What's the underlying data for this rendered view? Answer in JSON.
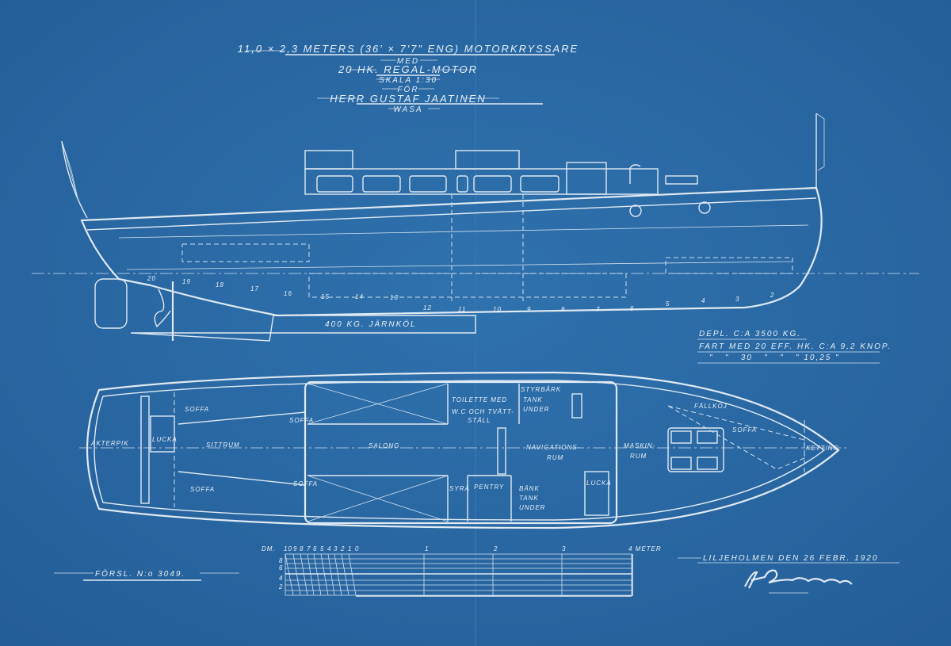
{
  "title_block": {
    "line1": "11,0 × 2,3 METERS (36' × 7'7\" ENG) MOTORKRYSSARE",
    "line2": "MED",
    "line3": "20 HK. REGAL-MOTOR",
    "line4": "SKALA 1:30",
    "line5": "FÖR",
    "line6": "HERR GUSTAF JAATINEN",
    "line7": "WASA"
  },
  "profile": {
    "keel_label": "400 KG. JÄRNKÖL",
    "stations": [
      "20",
      "19",
      "18",
      "17",
      "16",
      "15",
      "14",
      "13",
      "12",
      "11",
      "10",
      "9",
      "8",
      "7",
      "6",
      "5",
      "4",
      "3",
      "2"
    ]
  },
  "specs": {
    "line1": "DEPL. C:A 3500 KG.",
    "line2": "FART MED 20 EFF. HK. C:A 9,2 KNOP.",
    "line3": "\"   \"   30   \"   \"   \" 10,25 \""
  },
  "plan": {
    "akterpik": "AKTERPIK",
    "lucka_aft": "LUCKA",
    "soffa_aft_top": "SOFFA",
    "sittrum": "SITTRUM",
    "soffa_aft_bottom": "SOFFA",
    "soffa_salong_top": "SOFFA",
    "salong": "SALONG",
    "soffa_salong_bottom": "SOFFA",
    "toilette_1": "TOILETTE MED",
    "toilette_2": "W.C OCH TVÄTT-",
    "toilette_3": "STÄLL",
    "styrbord_1": "STYRBÅRK",
    "styrbord_2": "TANK",
    "styrbord_3": "UNDER",
    "navigation_1": "NAVIGATIONS-",
    "navigation_2": "RUM",
    "syra": "SYRÅ",
    "pentry": "PENTRY",
    "bank_1": "BÄNK",
    "bank_2": "TANK",
    "bank_3": "UNDER",
    "lucka_fwd": "LUCKA",
    "maskin_1": "MASKIN-",
    "maskin_2": "RUM",
    "fallkoj": "FÄLLKOJ",
    "soffa_bow": "SOFFA",
    "ketting": "KETTING"
  },
  "scale_bar": {
    "unit_left": "DM.",
    "decimeter_ticks": [
      "10",
      "9",
      "8",
      "7",
      "6",
      "5",
      "4",
      "3",
      "2",
      "1",
      "0"
    ],
    "meter_ticks": [
      "1",
      "2",
      "3"
    ],
    "end_label": "4 METER",
    "side_ticks": [
      "8",
      "6",
      "4",
      "2"
    ]
  },
  "drawing_number": "FÖRSL. N:o 3049.",
  "place_date": "LILJEHOLMEN DEN 26 FEBR. 1920",
  "signature": "Ottersson",
  "colors": {
    "paper": "#2b6aa6",
    "line": "#dfeaf4"
  }
}
